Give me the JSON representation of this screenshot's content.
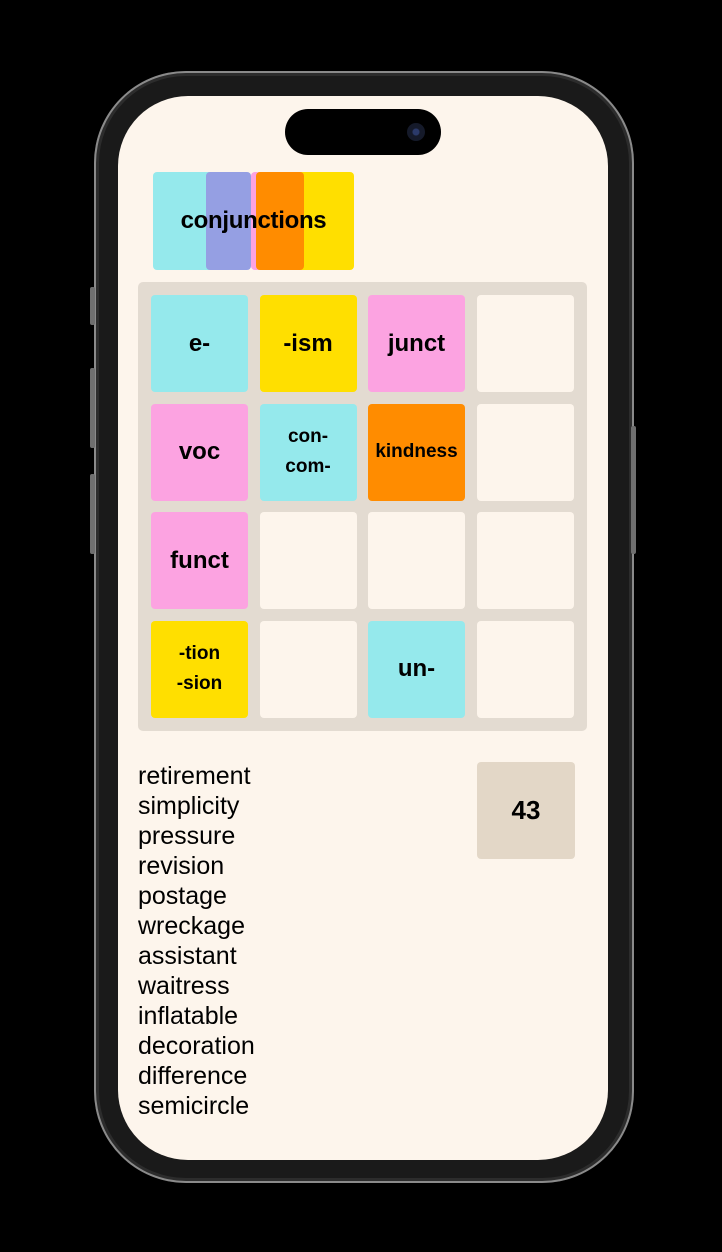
{
  "colors": {
    "cyan": "#95e9ec",
    "yellow": "#ffdf00",
    "pink": "#fca3e1",
    "orange": "#ff8c00",
    "purple": "#959fe3",
    "empty": "#fdf5ec",
    "board": "#e3dbd1",
    "screen": "#fdf5ec"
  },
  "header": {
    "word": "conjunctions",
    "strip_colors": [
      "#95e9ec",
      "#959fe3",
      "#fca3e1",
      "#ffdf00",
      "#ff8c00"
    ]
  },
  "board": {
    "rows": [
      [
        {
          "text": "e-",
          "color": "cyan"
        },
        {
          "text": "-ism",
          "color": "yellow"
        },
        {
          "text": "junct",
          "color": "pink"
        },
        {
          "text": "",
          "color": "empty"
        }
      ],
      [
        {
          "text": "voc",
          "color": "pink"
        },
        {
          "text": "con-\ncom-",
          "color": "cyan"
        },
        {
          "text": "kindness",
          "color": "orange"
        },
        {
          "text": "",
          "color": "empty"
        }
      ],
      [
        {
          "text": "funct",
          "color": "pink"
        },
        {
          "text": "",
          "color": "empty"
        },
        {
          "text": "",
          "color": "empty"
        },
        {
          "text": "",
          "color": "empty"
        }
      ],
      [
        {
          "text": "-tion\n-sion",
          "color": "yellow"
        },
        {
          "text": "",
          "color": "empty"
        },
        {
          "text": "un-",
          "color": "cyan"
        },
        {
          "text": "",
          "color": "empty"
        }
      ]
    ]
  },
  "words": [
    "retirement",
    "simplicity",
    "pressure",
    "revision",
    "postage",
    "wreckage",
    "assistant",
    "waitress",
    "inflatable",
    "decoration",
    "difference",
    "semicircle"
  ],
  "score": "43"
}
